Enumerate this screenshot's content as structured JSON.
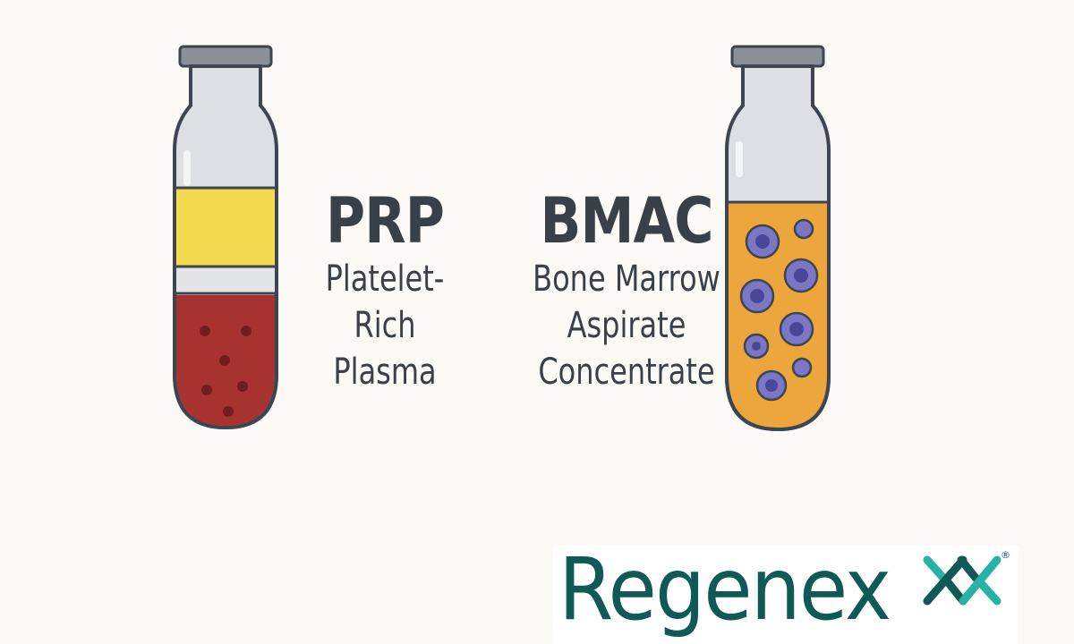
{
  "prp": {
    "acronym": "PRP",
    "name_lines": [
      "Platelet-",
      "Rich",
      "Plasma"
    ]
  },
  "bmac": {
    "acronym": "BMAC",
    "name_lines": [
      "Bone Marrow",
      "Aspirate",
      "Concentrate"
    ]
  },
  "logo": {
    "wordmark": "Regenex",
    "registered": "®"
  },
  "colors": {
    "background": "#fbfaf6",
    "tube_outline": "#3d4550",
    "tube_glass": "#dcdfe3",
    "cap": "#8a9096",
    "plasma_yellow": "#f2d94e",
    "blood_red": "#a8322f",
    "marrow_orange": "#eda63c",
    "cell_blue": "#7a78c4",
    "logo_teal": "#0f5a56",
    "logo_cyan": "#26b3a6",
    "text_dark": "#3a4048"
  }
}
